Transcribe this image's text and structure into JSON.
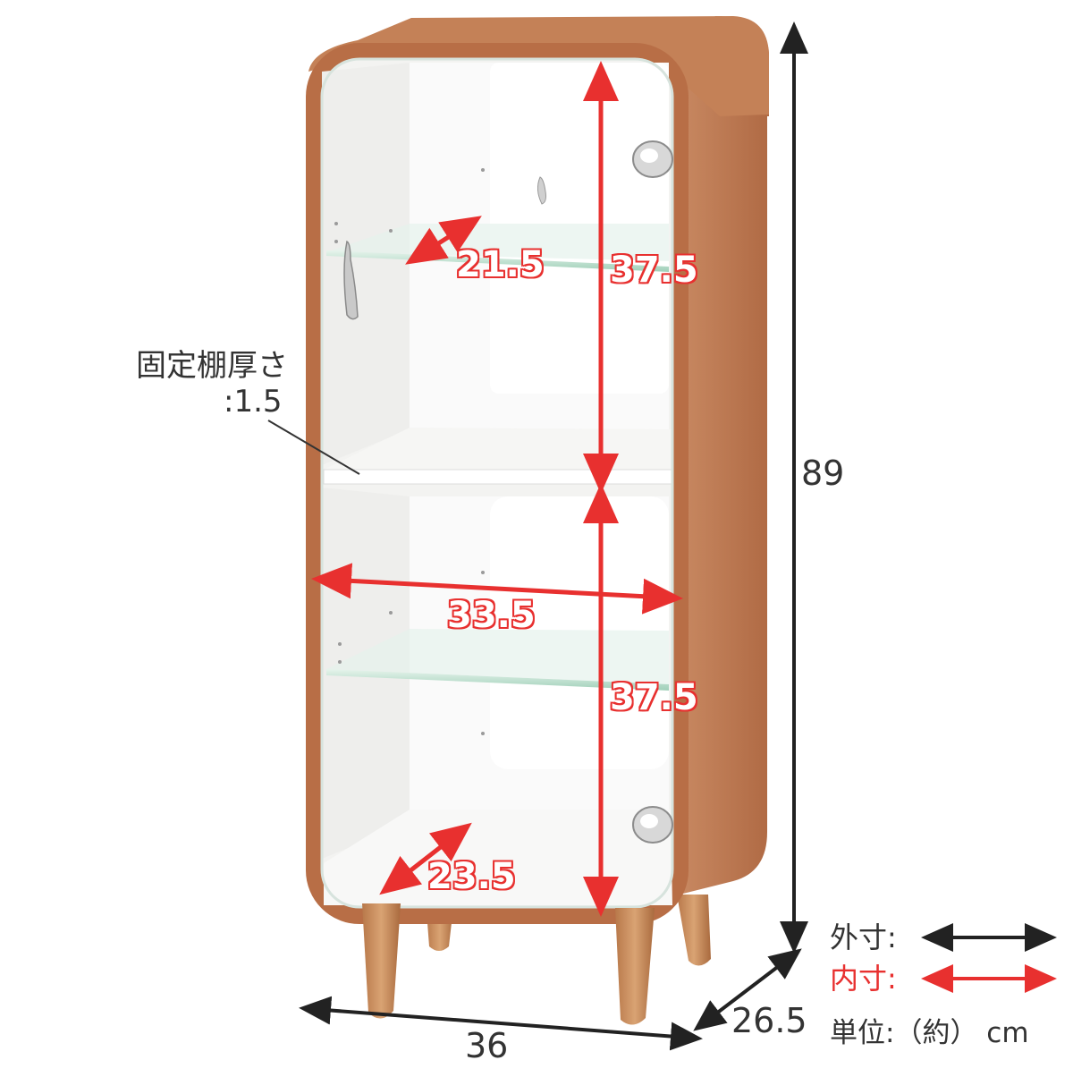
{
  "dimensions": {
    "height_outer": "89",
    "width_outer": "36",
    "depth_outer": "26.5",
    "upper_shelf_depth": "21.5",
    "upper_height": "37.5",
    "inner_width": "33.5",
    "lower_height": "37.5",
    "bottom_depth": "23.5"
  },
  "fixed_shelf_note": {
    "line1": "固定棚厚さ",
    "line2": ":1.5"
  },
  "legend": {
    "outer_label": "外寸:",
    "inner_label": "内寸:",
    "unit_label": "単位:（約） cm"
  },
  "colors": {
    "outer_arrow": "#333333",
    "inner_arrow": "#e8302f",
    "cabinet_wood": "#b9714a",
    "leg_wood": "#c58a55",
    "interior": "#f4f4f2",
    "glass_shelf": "#bfe0cf"
  },
  "icons": {
    "handle": "door-handle-icon",
    "hinge": "hinge-icon"
  }
}
